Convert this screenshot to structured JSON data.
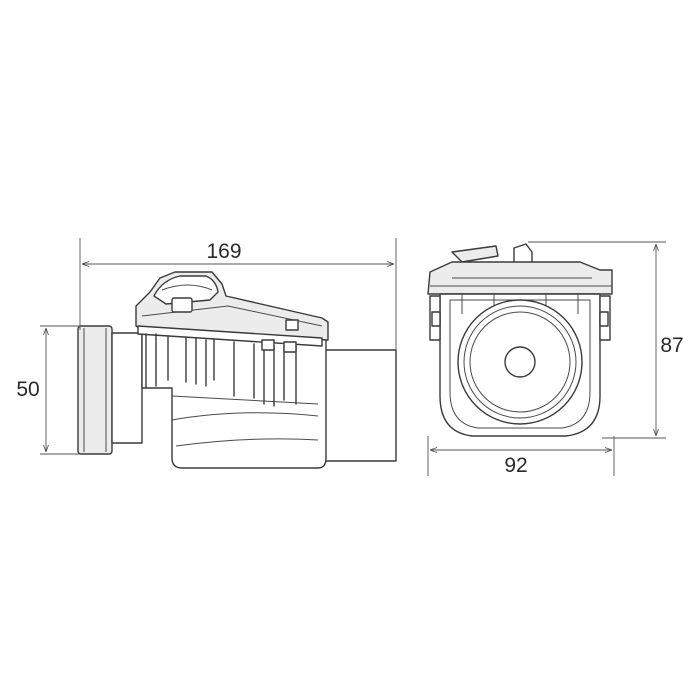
{
  "dimensions": {
    "overall_length": "169",
    "pipe_diameter": "50",
    "width": "92",
    "height": "87"
  },
  "colors": {
    "line": "#3a3a3a",
    "background": "#ffffff"
  }
}
